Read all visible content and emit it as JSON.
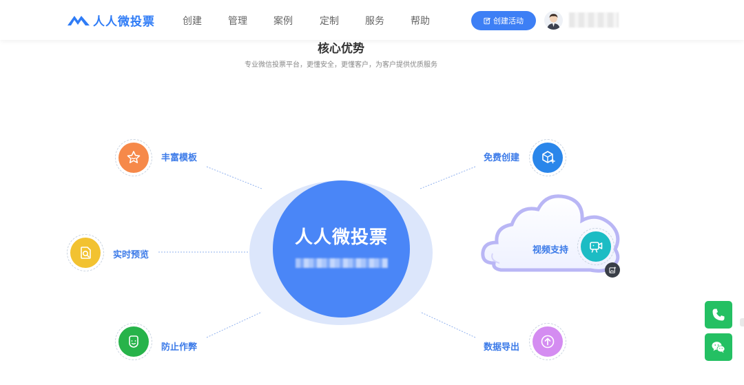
{
  "header": {
    "logo_text": "人人微投票",
    "nav": [
      "创建",
      "管理",
      "案例",
      "定制",
      "服务",
      "帮助"
    ],
    "create_button": "创建活动"
  },
  "section": {
    "title": "核心优势",
    "subtitle": "专业微信投票平台，更懂安全，更懂客户，为客户提供优质服务"
  },
  "center": {
    "title": "人人微投票"
  },
  "features": {
    "rich_templates": {
      "label": "丰富模板",
      "icon": "star-icon",
      "color": "#f6894a"
    },
    "live_preview": {
      "label": "实时预览",
      "icon": "preview-search-icon",
      "color": "#f2c231"
    },
    "anti_cheat": {
      "label": "防止作弊",
      "icon": "shield-face-icon",
      "color": "#27b34a"
    },
    "free_create": {
      "label": "免费创建",
      "icon": "cube-plus-icon",
      "color": "#2a86ea"
    },
    "video_support": {
      "label": "视频支持",
      "icon": "video-icon",
      "color": "#1cbcc4"
    },
    "data_export": {
      "label": "数据导出",
      "icon": "upload-icon",
      "color": "#d48cf1"
    }
  },
  "floating": {
    "phone_icon": "phone-icon",
    "wechat_icon": "wechat-icon"
  },
  "colors": {
    "accent": "#3d7ff5",
    "label_blue": "#3b7ae8",
    "float_green": "#24c063"
  }
}
